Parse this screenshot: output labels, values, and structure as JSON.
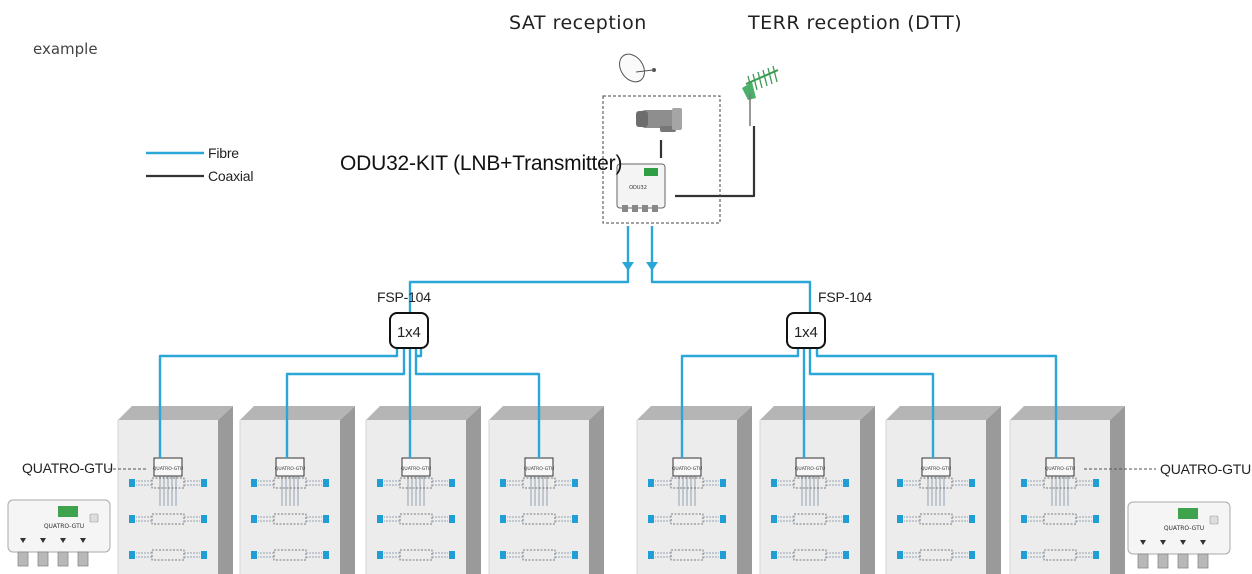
{
  "corner_label": "example",
  "titles": {
    "sat": "SAT reception",
    "terr": "TERR reception (DTT)"
  },
  "legend": [
    {
      "label": "Fibre",
      "color": "#2aa7d8",
      "kind": "fibre-line"
    },
    {
      "label": "Coaxial",
      "color": "#333333",
      "kind": "coax-line"
    }
  ],
  "kit_label": "ODU32-KIT (LNB+Transmitter)",
  "splitters": [
    {
      "name_label": "FSP-104",
      "ratio": "1x4"
    },
    {
      "name_label": "FSP-104",
      "ratio": "1x4"
    }
  ],
  "gtu_callouts": [
    "QUATRO-GTU",
    "QUATRO-GTU"
  ],
  "gtu_box_text": "QUATRO-GTU",
  "gtu_product_text": "QUATRO-GTU",
  "odu_device_text": "ODU32",
  "colors": {
    "fibre": "#2aa7d8",
    "coax": "#333333",
    "building_front": "#ececec",
    "building_side": "#9a9a9a",
    "tap_port": "#1f9fd6"
  },
  "icons": [
    "satellite-dish-icon",
    "lnb-icon",
    "terrestrial-antenna-icon",
    "odu32-transmitter-icon",
    "splitter-icon",
    "quatro-gtu-device-icon"
  ],
  "building_count": 8
}
